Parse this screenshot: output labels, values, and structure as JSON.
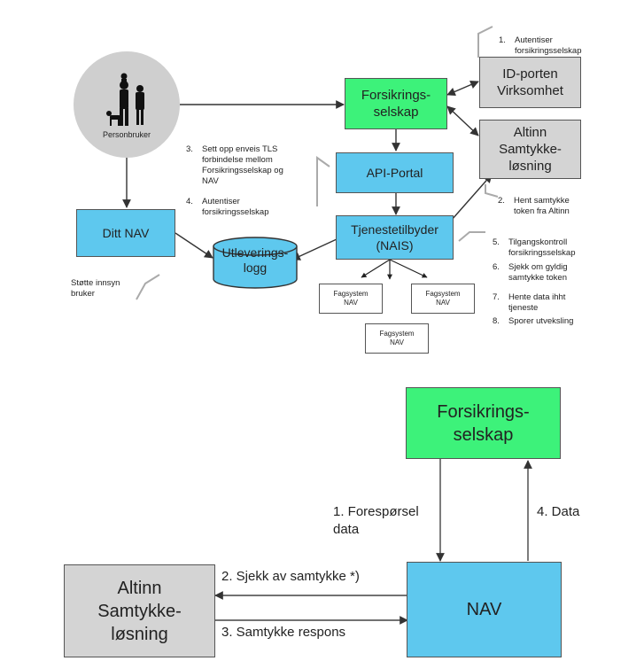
{
  "top": {
    "person": {
      "label": "Personbruker"
    },
    "forsikring": {
      "label": "Forsikrings-\nselskap"
    },
    "idporten": {
      "label": "ID-porten\nVirksomhet"
    },
    "altinn": {
      "label": "Altinn\nSamtykke-\nløsning"
    },
    "api": {
      "label": "API-Portal"
    },
    "nais": {
      "label": "Tjenestetilbyder\n(NAIS)"
    },
    "dittnav": {
      "label": "Ditt NAV"
    },
    "logg": {
      "label": "Utleverings-\nlogg"
    },
    "fagsystem1": {
      "label": "Fagsystem\nNAV"
    },
    "fagsystem2": {
      "label": "Fagsystem\nNAV"
    },
    "fagsystem3": {
      "label": "Fagsystem\nNAV"
    },
    "note1": {
      "num": "1.",
      "text": "Autentiser\nforsikringsselskap"
    },
    "note2": {
      "num": "2.",
      "text": "Hent samtykke\ntoken fra Altinn"
    },
    "note3": {
      "num": "3.",
      "text": "Sett opp enveis TLS\nforbindelse mellom\nForsikringsselskap og\nNAV"
    },
    "note4": {
      "num": "4.",
      "text": "Autentiser\nforsikringsselskap"
    },
    "note5": {
      "num": "5.",
      "text": "Tilgangskontroll\nforsikringsselskap"
    },
    "note6": {
      "num": "6.",
      "text": "Sjekk om gyldig\nsamtykke token"
    },
    "note7": {
      "num": "7.",
      "text": "Hente data ihht\ntjeneste"
    },
    "note8": {
      "num": "8.",
      "text": "Sporer utveksling"
    },
    "innsyn": {
      "text": "Støtte innsyn\nbruker"
    }
  },
  "bottom": {
    "forsikring": {
      "label": "Forsikrings-\nselskap"
    },
    "nav": {
      "label": "NAV"
    },
    "altinn": {
      "label": "Altinn\nSamtykke-\nløsning"
    },
    "step1": "1. Forespørsel\ndata",
    "step2": "2. Sjekk av samtykke *)",
    "step3": "3. Samtykke respons",
    "step4": "4. Data"
  },
  "colors": {
    "green": "#3df27a",
    "blue": "#5ec8ee",
    "grey": "#d4d4d4",
    "person_circle": "#cfcfcf"
  }
}
